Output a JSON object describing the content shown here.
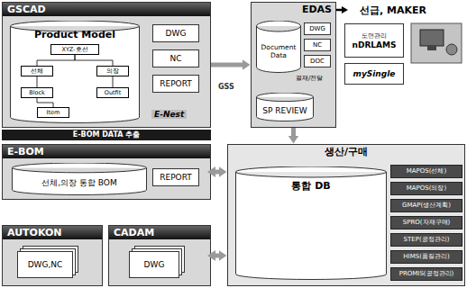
{
  "diagram": {
    "nodes": [
      {
        "text": [
          "GSCAD"
        ]
      },
      {
        "text": [
          "Product Model"
        ],
        "in": 0
      },
      {
        "text": [
          "XYZ-호선"
        ],
        "in": 1
      },
      {
        "text": [
          "선체"
        ],
        "in": 1
      },
      {
        "text": [
          "의장"
        ],
        "in": 1
      },
      {
        "text": [
          "Outfit"
        ],
        "in": 1
      },
      {
        "text": [
          "Block"
        ],
        "in": 1
      },
      {
        "text": [
          "Item"
        ],
        "in": 1
      },
      {
        "text": [
          "DWG"
        ],
        "in": 0
      },
      {
        "text": [
          "NC"
        ],
        "in": 0
      },
      {
        "text": [
          "REPORT"
        ],
        "in": 0
      },
      {
        "text": [
          "E-BOM DATA 추출"
        ]
      },
      {
        "text": [
          "E-BOM"
        ]
      },
      {
        "text": [
          "선체,의장 통합 BOM"
        ],
        "in": 12
      },
      {
        "text": [
          "REPORT"
        ],
        "in": 12
      },
      {
        "text": [
          "AUTOKON"
        ]
      },
      {
        "text": [
          "DWG,NC"
        ],
        "in": 15
      },
      {
        "text": [
          "CADAM"
        ]
      },
      {
        "text": [
          "DWG"
        ],
        "in": 17
      },
      {
        "text": [
          "EDAS"
        ]
      },
      {
        "text": [
          "Document Data"
        ],
        "in": 19
      },
      {
        "text": [
          "DWG"
        ],
        "in": 19
      },
      {
        "text": [
          "NC"
        ],
        "in": 19
      },
      {
        "text": [
          "DOC"
        ],
        "in": 19
      },
      {
        "text": [
          "SP REVIEW"
        ],
        "in": 19
      },
      {
        "text": [
          "선급, MAKER"
        ]
      },
      {
        "text": [
          "도면관리",
          "nDRLAMS"
        ]
      },
      {
        "text": [
          "mySingle"
        ]
      },
      {
        "text": [
          "생산/구매"
        ]
      },
      {
        "text": [
          "통합 DB"
        ],
        "in": 28
      },
      {
        "text": [
          "MAPOS(선체)"
        ],
        "in": 28
      },
      {
        "text": [
          "MAPOS(의장)"
        ],
        "in": 28
      },
      {
        "text": [
          "GMAP(생산계획)"
        ],
        "in": 28
      },
      {
        "text": [
          "SPRO(자재구매)"
        ],
        "in": 28
      },
      {
        "text": [
          "STEP(공정관리)"
        ],
        "in": 28
      },
      {
        "text": [
          "HIMS(품질관리)"
        ],
        "in": 28
      },
      {
        "text": [
          "PROMIS(공정관리)"
        ],
        "in": 28
      }
    ],
    "edges": [
      {
        "from": 0,
        "to": 19,
        "arrow": "to"
      },
      {
        "from": 19,
        "to": 25,
        "arrow": "to"
      },
      {
        "from": 19,
        "to": 28,
        "arrow": "to"
      },
      {
        "from": 12,
        "to": 28,
        "arrow": "both"
      },
      {
        "from": 17,
        "to": 28,
        "arrow": "both"
      },
      {
        "from": 2,
        "to": 3,
        "arrow": "none"
      },
      {
        "from": 2,
        "to": 4,
        "arrow": "none"
      },
      {
        "from": 3,
        "to": 6,
        "arrow": "none"
      },
      {
        "from": 4,
        "to": 5,
        "arrow": "none"
      },
      {
        "from": 6,
        "to": 7,
        "arrow": "none"
      }
    ],
    "labels": [
      "E-Nest",
      "GSS",
      "결재/전달"
    ]
  }
}
